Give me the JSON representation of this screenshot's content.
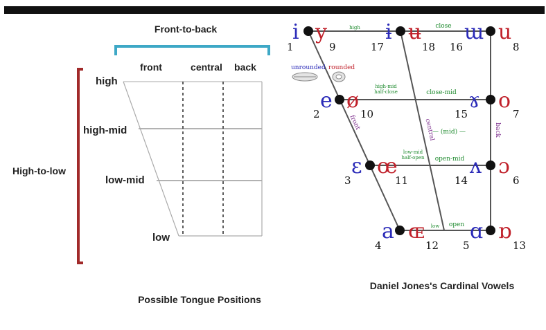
{
  "colors": {
    "bracket_teal": "#3ea8c6",
    "bracket_red": "#a12a2a",
    "unrounded_blue": "#2a2ab8",
    "rounded_red": "#c0202a",
    "annotation_green": "#1e8a2e",
    "annotation_purple": "#7a2a8a",
    "line": "#555555",
    "dot": "#111111"
  },
  "tongue_diagram": {
    "front_to_back_label": "Front-to-back",
    "high_to_low_label": "High-to-low",
    "columns": [
      "front",
      "central",
      "back"
    ],
    "rows": [
      "high",
      "high-mid",
      "low-mid",
      "low"
    ],
    "caption": "Possible Tongue Positions"
  },
  "cardinal_diagram": {
    "caption": "Daniel Jones's Cardinal Vowels",
    "legend": {
      "unrounded": "unrounded",
      "rounded": "rounded"
    },
    "row_labels": {
      "close": "close",
      "high": "high",
      "close_mid": "close-mid",
      "high_mid": "high-mid",
      "half_close": "half-close",
      "mid": "— (mid) —",
      "open_mid": "open-mid",
      "low_mid": "low-mid",
      "half_open": "half-open",
      "open": "open",
      "low": "low"
    },
    "column_labels": {
      "front": "front",
      "central": "central",
      "back": "back"
    },
    "vowels": {
      "i": "i",
      "y": "y",
      "i_bar": "ɨ",
      "u_bar": "ʉ",
      "turned_m": "ɯ",
      "u": "u",
      "e": "e",
      "o_slash": "ø",
      "rams_horn": "ɤ",
      "o": "o",
      "open_e": "ɛ",
      "oe": "œ",
      "turned_v": "ʌ",
      "open_o": "ɔ",
      "a": "a",
      "small_oe": "ɶ",
      "alpha": "ɑ",
      "turned_alpha": "ɒ"
    },
    "numbers": {
      "n1": "1",
      "n9": "9",
      "n17": "17",
      "n18": "18",
      "n16": "16",
      "n8": "8",
      "n2": "2",
      "n10": "10",
      "n15": "15",
      "n7": "7",
      "n3": "3",
      "n11": "11",
      "n14": "14",
      "n6": "6",
      "n4": "4",
      "n12": "12",
      "n5": "5",
      "n13": "13"
    }
  }
}
